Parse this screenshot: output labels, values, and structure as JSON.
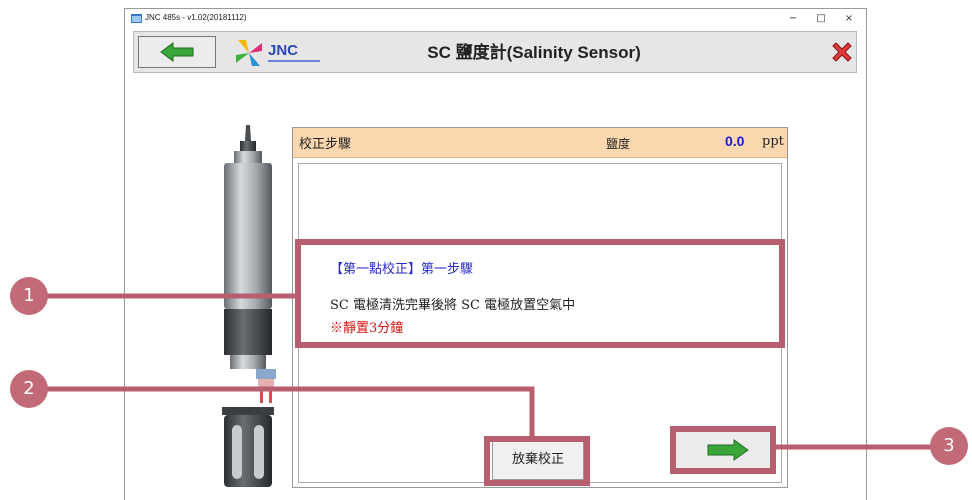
{
  "window": {
    "title": "JNC 485s - v1.02(20181112)",
    "minimize_label": "−",
    "maximize_label": "□",
    "close_label": "×"
  },
  "header": {
    "logo_text": "JNC",
    "title": "SC 鹽度計(Salinity Sensor)"
  },
  "panel": {
    "step_label": "校正步驟",
    "salinity_label": "鹽度",
    "salinity_value": "0.0",
    "salinity_unit": "ppt"
  },
  "instruction": {
    "title": "【第一點校正】第一步驟",
    "line1": "SC 電極清洗完畢後將 SC 電極放置空氣中",
    "warning": "※靜置3分鐘"
  },
  "buttons": {
    "abort_label": "放棄校正"
  },
  "callouts": {
    "marker_1": "1",
    "marker_2": "2",
    "marker_3": "3"
  },
  "colors": {
    "callout": "#b85f6f",
    "panel_header": "#fcd8b0",
    "salinity_value": "#1a1ad0",
    "warning": "#e01010",
    "instruction_title": "#2a2acc"
  }
}
